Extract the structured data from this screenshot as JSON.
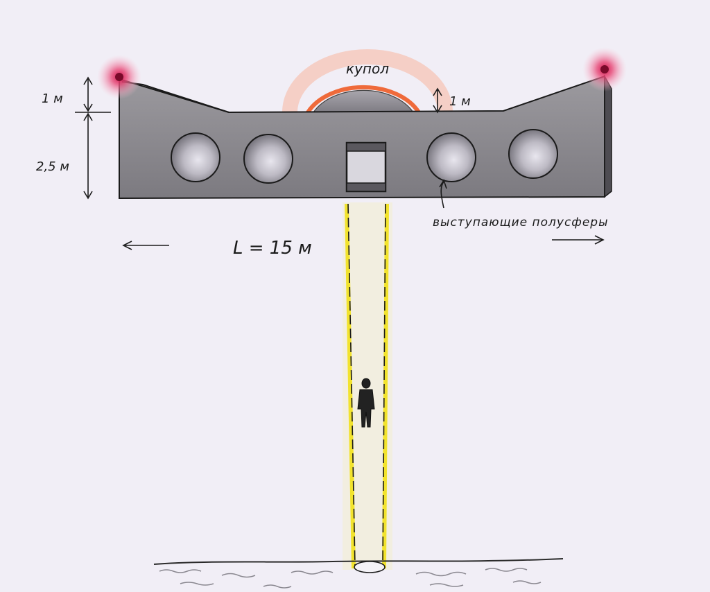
{
  "labels": {
    "dome": "купол",
    "dome_height": "1 м",
    "top_height": "1 м",
    "body_height": "2,5 м",
    "hemispheres": "выступающие полусферы",
    "length": "L = 15 м"
  },
  "colors": {
    "paper": "#f1eef6",
    "body": "#8c8a8e",
    "beam": "#f2e21a",
    "light_red": "#e0205a",
    "dome_orange": "#ef6a3a",
    "ink": "#1a1a1a"
  }
}
